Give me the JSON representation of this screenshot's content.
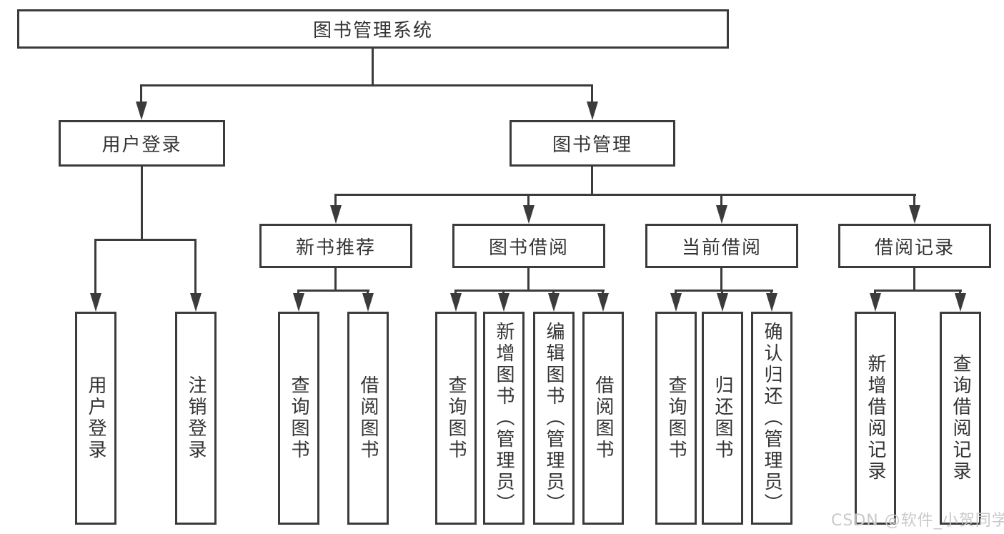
{
  "tree": {
    "root": {
      "label": "图书管理系统"
    },
    "l2": [
      {
        "label": "用户登录"
      },
      {
        "label": "图书管理"
      }
    ],
    "l3": [
      {
        "label": "新书推荐"
      },
      {
        "label": "图书借阅"
      },
      {
        "label": "当前借阅"
      },
      {
        "label": "借阅记录"
      }
    ],
    "leaves": {
      "user_login": [
        "用户登录",
        "注销登录"
      ],
      "new_book": [
        "查询图书",
        "借阅图书"
      ],
      "borrow": [
        "查询图书",
        "新增图书（管理员）",
        "编辑图书（管理员）",
        "借阅图书"
      ],
      "current": [
        "查询图书",
        "归还图书",
        "确认归还（管理员）"
      ],
      "records": [
        "新增借阅记录",
        "查询借阅记录"
      ]
    }
  },
  "watermark": "CSDN @软件_小贺同学",
  "colors": {
    "line": "#3b3b3b",
    "text": "#333333",
    "watermark": "#c9c9c9",
    "background": "#ffffff"
  }
}
